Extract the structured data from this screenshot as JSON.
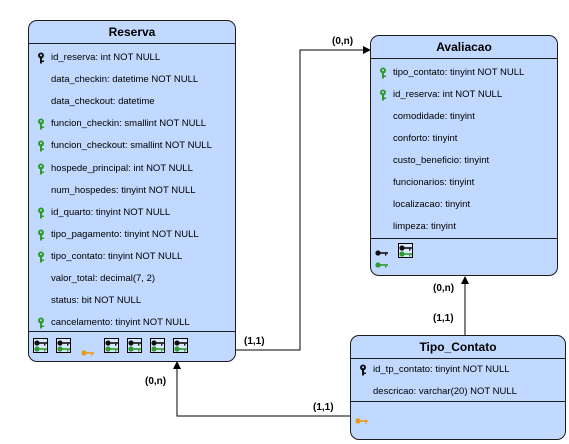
{
  "reserva": {
    "title": "Reserva",
    "attributes": [
      {
        "text": "id_reserva: int NOT NULL",
        "key": "pk"
      },
      {
        "text": "data_checkin: datetime  NOT NULL",
        "key": "none"
      },
      {
        "text": "data_checkout: datetime",
        "key": "none"
      },
      {
        "text": "funcion_checkin: smallint NOT NULL",
        "key": "fk"
      },
      {
        "text": "funcion_checkout: smallint NOT NULL",
        "key": "fk"
      },
      {
        "text": "hospede_principal: int NOT NULL",
        "key": "fk"
      },
      {
        "text": "num_hospedes: tinyint NOT NULL",
        "key": "none"
      },
      {
        "text": "id_quarto: tinyint NOT NULL",
        "key": "fk"
      },
      {
        "text": "tipo_pagamento: tinyint NOT NULL",
        "key": "fk"
      },
      {
        "text": "tipo_contato: tinyint NOT NULL",
        "key": "fk"
      },
      {
        "text": "valor_total: decimal(7, 2)",
        "key": "none"
      },
      {
        "text": "status: bit  NOT NULL",
        "key": "none"
      },
      {
        "text": "cancelamento: tinyint NOT NULL",
        "key": "fk"
      }
    ]
  },
  "avaliacao": {
    "title": "Avaliacao",
    "attributes": [
      {
        "text": "tipo_contato: tinyint NOT NULL",
        "key": "fk"
      },
      {
        "text": "id_reserva: int NOT NULL",
        "key": "fk"
      },
      {
        "text": "comodidade: tinyint",
        "key": "none"
      },
      {
        "text": "conforto: tinyint",
        "key": "none"
      },
      {
        "text": "custo_beneficio: tinyint",
        "key": "none"
      },
      {
        "text": "funcionarios: tinyint",
        "key": "none"
      },
      {
        "text": "localizacao: tinyint",
        "key": "none"
      },
      {
        "text": "limpeza: tinyint",
        "key": "none"
      }
    ]
  },
  "tipo_contato": {
    "title": "Tipo_Contato",
    "attributes": [
      {
        "text": "id_tp_contato: tinyint NOT NULL",
        "key": "pk"
      },
      {
        "text": "descricao: varchar(20) NOT NULL",
        "key": "none"
      }
    ]
  },
  "cardinalities": {
    "reserva_avaliacao_near_reserva": "(1,1)",
    "reserva_avaliacao_near_avaliacao": "(0,n)",
    "tipo_avaliacao_near_avaliacao": "(0,n)",
    "tipo_avaliacao_near_tipo": "(1,1)",
    "tipo_reserva_near_reserva": "(0,n)",
    "tipo_reserva_near_tipo": "(1,1)"
  },
  "colors": {
    "entity_fill": "#c1d8ff",
    "border": "#1c1c1c",
    "pk_key": "#111111",
    "fk_key": "#2e9a2e",
    "uk_key": "#e89a1a"
  }
}
